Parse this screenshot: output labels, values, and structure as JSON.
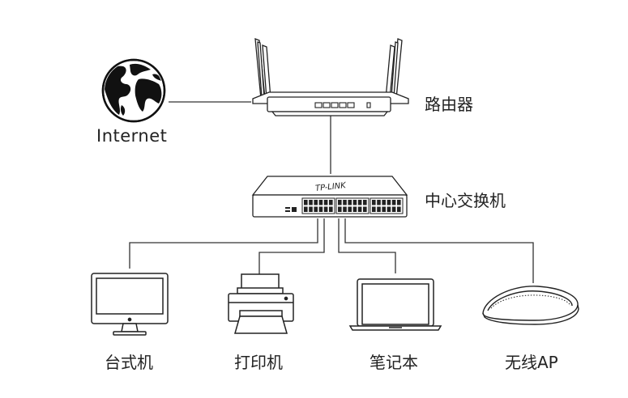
{
  "nodes": {
    "internet": {
      "label": "Internet",
      "icon": "globe-icon"
    },
    "router": {
      "label": "路由器",
      "icon": "router-icon"
    },
    "switch": {
      "label": "中心交换机",
      "icon": "switch-icon",
      "brand": "TP-LINK"
    },
    "desktop": {
      "label": "台式机",
      "icon": "desktop-monitor-icon"
    },
    "printer": {
      "label": "打印机",
      "icon": "printer-icon"
    },
    "laptop": {
      "label": "笔记本",
      "icon": "laptop-icon"
    },
    "ap": {
      "label": "无线AP",
      "icon": "wireless-ap-icon"
    }
  },
  "connections": [
    {
      "from": "internet",
      "to": "router"
    },
    {
      "from": "router",
      "to": "switch"
    },
    {
      "from": "switch",
      "to": "desktop"
    },
    {
      "from": "switch",
      "to": "printer"
    },
    {
      "from": "switch",
      "to": "laptop"
    },
    {
      "from": "switch",
      "to": "ap"
    }
  ],
  "colors": {
    "line": "#333333",
    "stroke": "#222222",
    "fill": "#ffffff"
  }
}
